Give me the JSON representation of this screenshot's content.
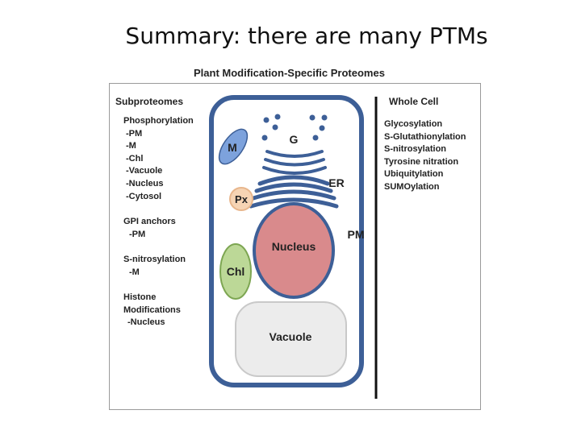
{
  "slide": {
    "title": "Summary: there are many PTMs"
  },
  "figure": {
    "title": "Plant Modification-Specific Proteomes",
    "subproteomes_heading": "Subproteomes",
    "groups": {
      "phosphorylation": {
        "name": "Phosphorylation",
        "items": [
          "-PM",
          "-M",
          "-Chl",
          "-Vacuole",
          "-Nucleus",
          "-Cytosol"
        ]
      },
      "gpi": {
        "name": "GPI anchors",
        "items": [
          "-PM"
        ]
      },
      "snitro": {
        "name": "S-nitrosylation",
        "items": [
          "-M"
        ]
      },
      "histone": {
        "name": "Histone",
        "name2": "Modifications",
        "items": [
          "-Nucleus"
        ]
      }
    },
    "whole_cell_heading": "Whole Cell",
    "whole_cell_items": [
      "Glycosylation",
      "S-Glutathionylation",
      "S-nitrosylation",
      "Tyrosine nitration",
      "Ubiquitylation",
      "SUMOylation"
    ],
    "cell_labels": {
      "M": "M",
      "G": "G",
      "Px": "Px",
      "ER": "ER",
      "Nucleus": "Nucleus",
      "PM": "PM",
      "Chl": "Chl",
      "Vacuole": "Vacuole"
    },
    "colors": {
      "membrane": "#3d5f97",
      "mitochondrion": "#7da2dc",
      "peroxisome": "#f6d4b4",
      "chloroplast": "#bcd897",
      "nucleus": "#d98a8c",
      "vacuole": "#ececec"
    }
  }
}
